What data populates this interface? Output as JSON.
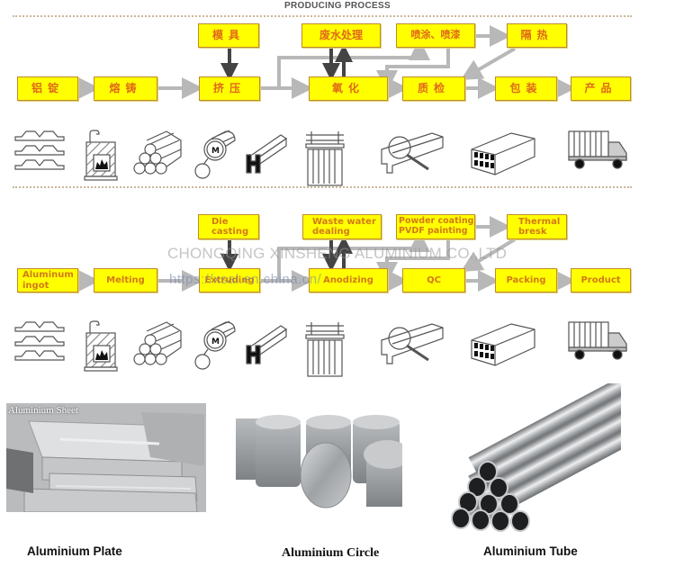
{
  "title": "PRODUCING PROCESS",
  "flow_cn": {
    "boxes": {
      "ingot": "铝锭",
      "melting": "熔铸",
      "die": "模具",
      "extruding": "挤压",
      "wastewater": "废水处理",
      "anodizing": "氧化",
      "coating": "喷涂、喷漆",
      "thermal": "隔热",
      "qc": "质检",
      "packing": "包装",
      "product": "产品"
    }
  },
  "flow_en": {
    "boxes": {
      "ingot": "Aluminum ingot",
      "melting": "Melting",
      "die": "Die casting",
      "extruding": "Extruding",
      "wastewater": "Waste water dealing",
      "anodizing": "Anodizing",
      "coating": "Powder coating PVDF painting",
      "thermal": "Thermal bresk",
      "qc": "QC",
      "packing": "Packing",
      "product": "Product"
    }
  },
  "watermark": {
    "company": "CHONGQING XINSHENG ALUMINIUM CO.,LTD",
    "url": "https://xsal.en.china.cn/"
  },
  "process_icons": [
    "ingot-stack-icon",
    "furnace-icon",
    "billet-pile-icon",
    "extrusion-die-icon",
    "h-profile-icon",
    "anodizing-tank-icon",
    "inspection-icon",
    "packed-profiles-icon",
    "delivery-truck-icon"
  ],
  "products": [
    {
      "name": "Aluminium Plate",
      "photo_label": "Aluminium Sheet"
    },
    {
      "name": "Aluminium Circle"
    },
    {
      "name": "Aluminium Tube"
    }
  ],
  "colors": {
    "box_fill": "#ffff00",
    "box_text": "#e0691a",
    "box_border": "#c08a2a",
    "arrow_light": "#b8b8b8",
    "arrow_dark": "#444444"
  }
}
